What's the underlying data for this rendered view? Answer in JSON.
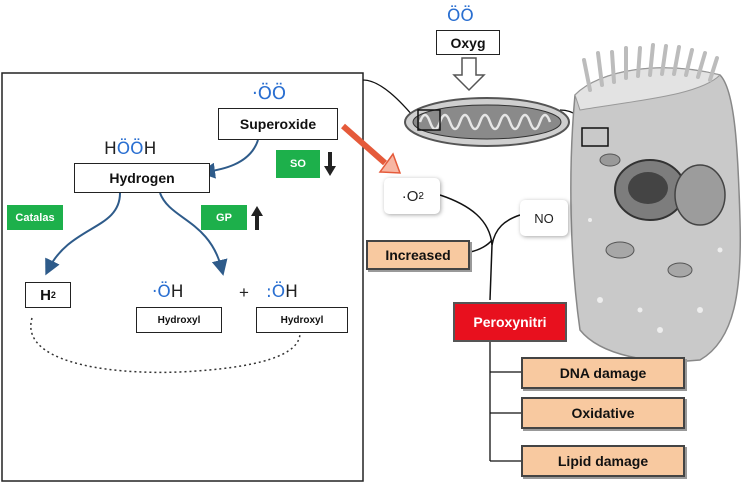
{
  "oxygen": {
    "formula": "ÖÖ",
    "label": "Oxyg"
  },
  "superoxide": {
    "formula": "·ÖÖ",
    "label": "Superoxide"
  },
  "hydrogen": {
    "formula_h1": "H",
    "formula_o": "ÖÖ",
    "formula_h2": "H",
    "label": "Hydrogen"
  },
  "enzymes": {
    "so": "SO",
    "catalase": "Catalas",
    "gp": "GP"
  },
  "water": {
    "h": "H",
    "sub": "2"
  },
  "hydroxyl": {
    "left_formula_o": "·Ö",
    "left_formula_h": "H",
    "left_label": "Hydroxyl",
    "plus": "+",
    "right_formula_o": ":Ö",
    "right_formula_h": "H",
    "right_label": "Hydroxyl"
  },
  "o2_radical": {
    "dot": "·",
    "o": "O",
    "sub": "2",
    "sup": "-"
  },
  "no_label": "NO",
  "increased": "Increased",
  "peroxynitrite": "Peroxynitri",
  "damages": [
    "DNA damage",
    "Oxidative",
    "Lipid damage"
  ]
}
